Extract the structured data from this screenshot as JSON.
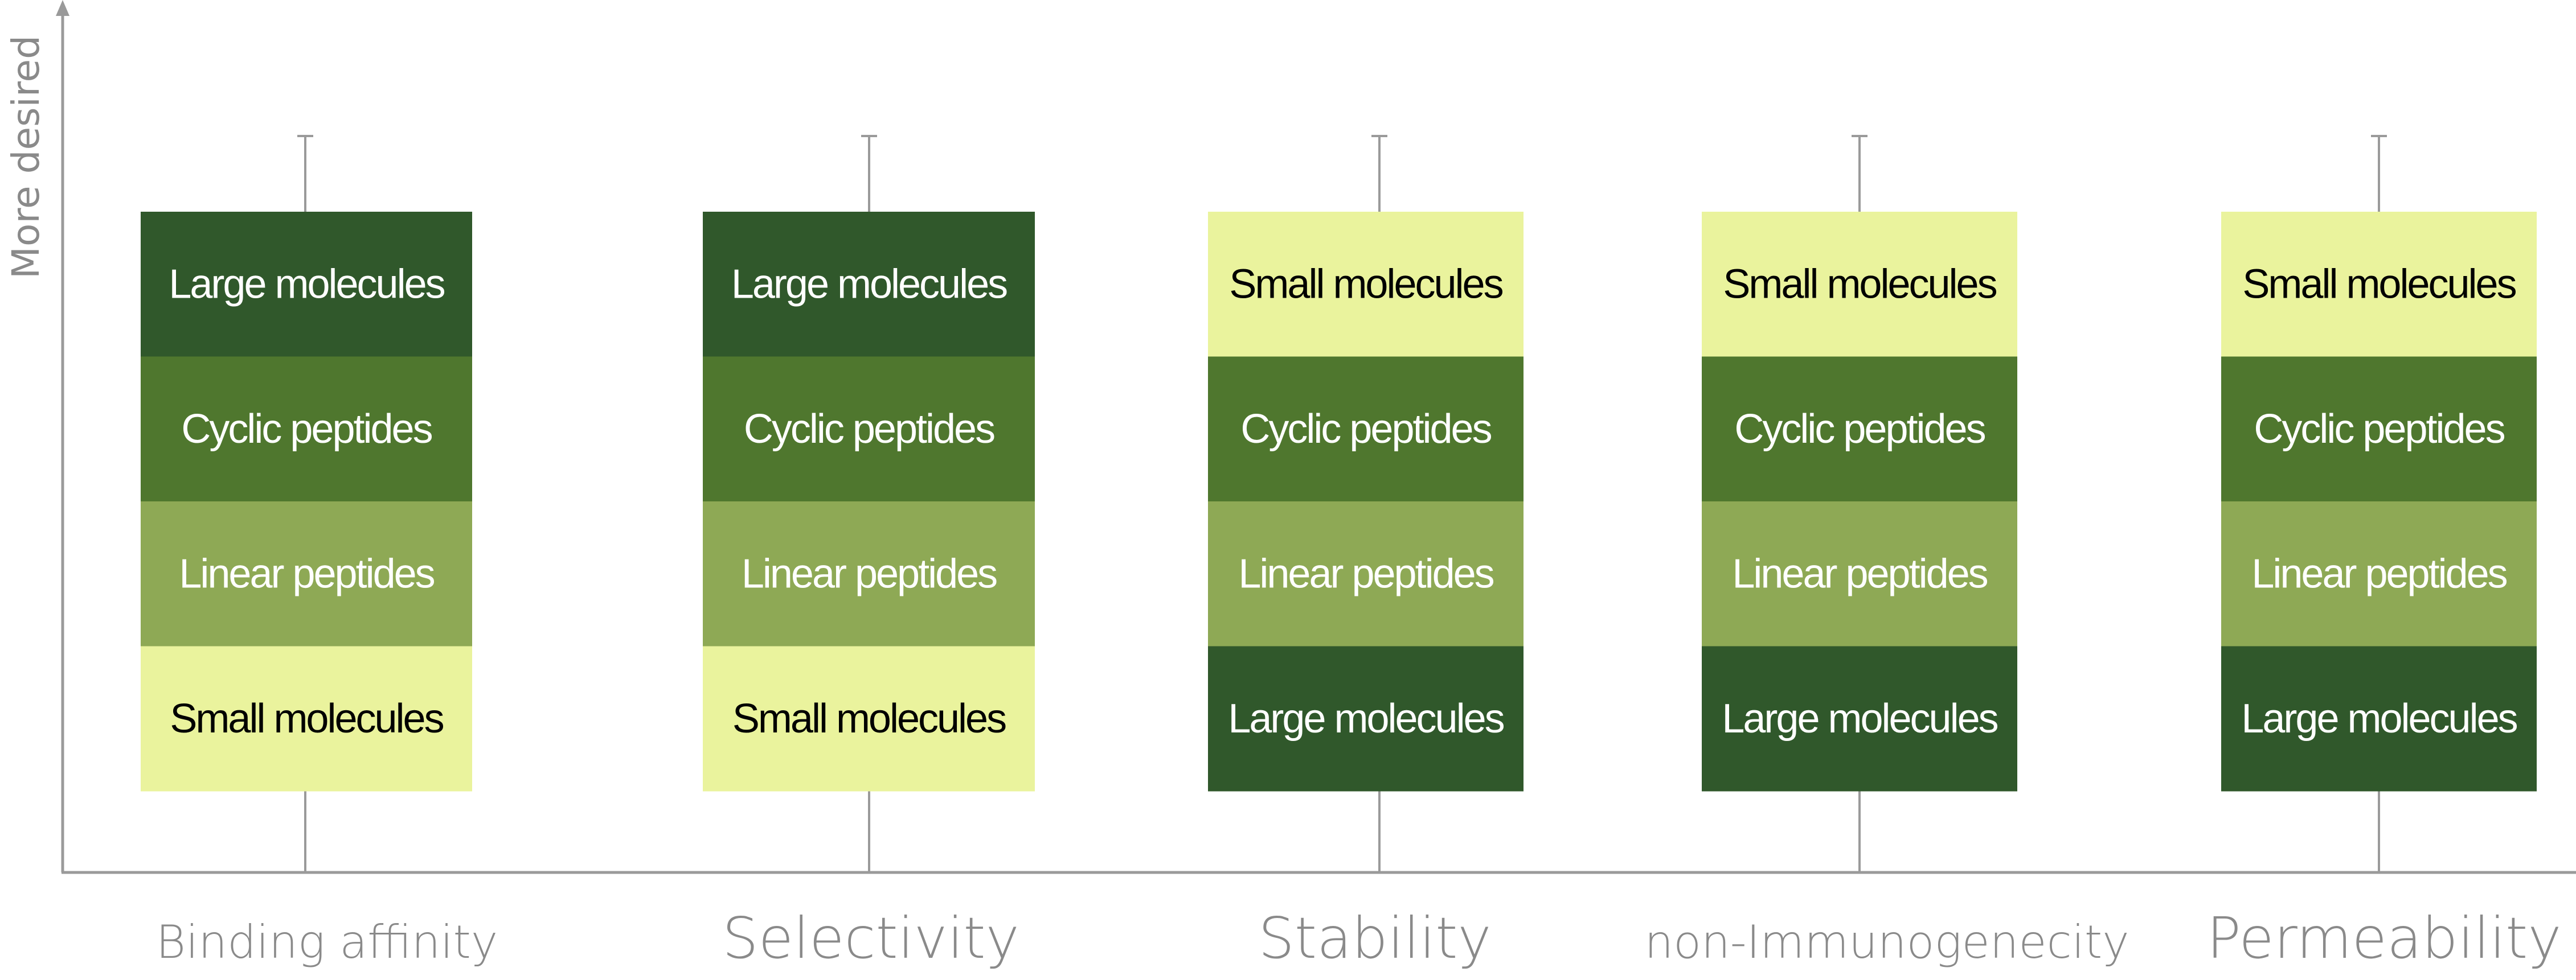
{
  "y_axis_label": "More desired",
  "colors": {
    "axis": "#9a9a9a",
    "Large molecules": "#30582b",
    "Cyclic peptides": "#4f772e",
    "Linear peptides": "#8ea955",
    "Small molecules": "#eaf39d",
    "text_dark": "#000000",
    "text_light": "#ffffff",
    "category_text": "#8a8a8a"
  },
  "columns": [
    {
      "category": "Binding affinity",
      "ranking_top_to_bottom": [
        "Large molecules",
        "Cyclic peptides",
        "Linear peptides",
        "Small molecules"
      ]
    },
    {
      "category": "Selectivity",
      "ranking_top_to_bottom": [
        "Large molecules",
        "Cyclic peptides",
        "Linear peptides",
        "Small molecules"
      ]
    },
    {
      "category": "Stability",
      "ranking_top_to_bottom": [
        "Small molecules",
        "Cyclic peptides",
        "Linear peptides",
        "Large molecules"
      ]
    },
    {
      "category": "non-Immunogenecity",
      "ranking_top_to_bottom": [
        "Small molecules",
        "Cyclic peptides",
        "Linear peptides",
        "Large molecules"
      ]
    },
    {
      "category": "Permeability",
      "ranking_top_to_bottom": [
        "Small molecules",
        "Cyclic peptides",
        "Linear peptides",
        "Large molecules"
      ]
    }
  ]
}
